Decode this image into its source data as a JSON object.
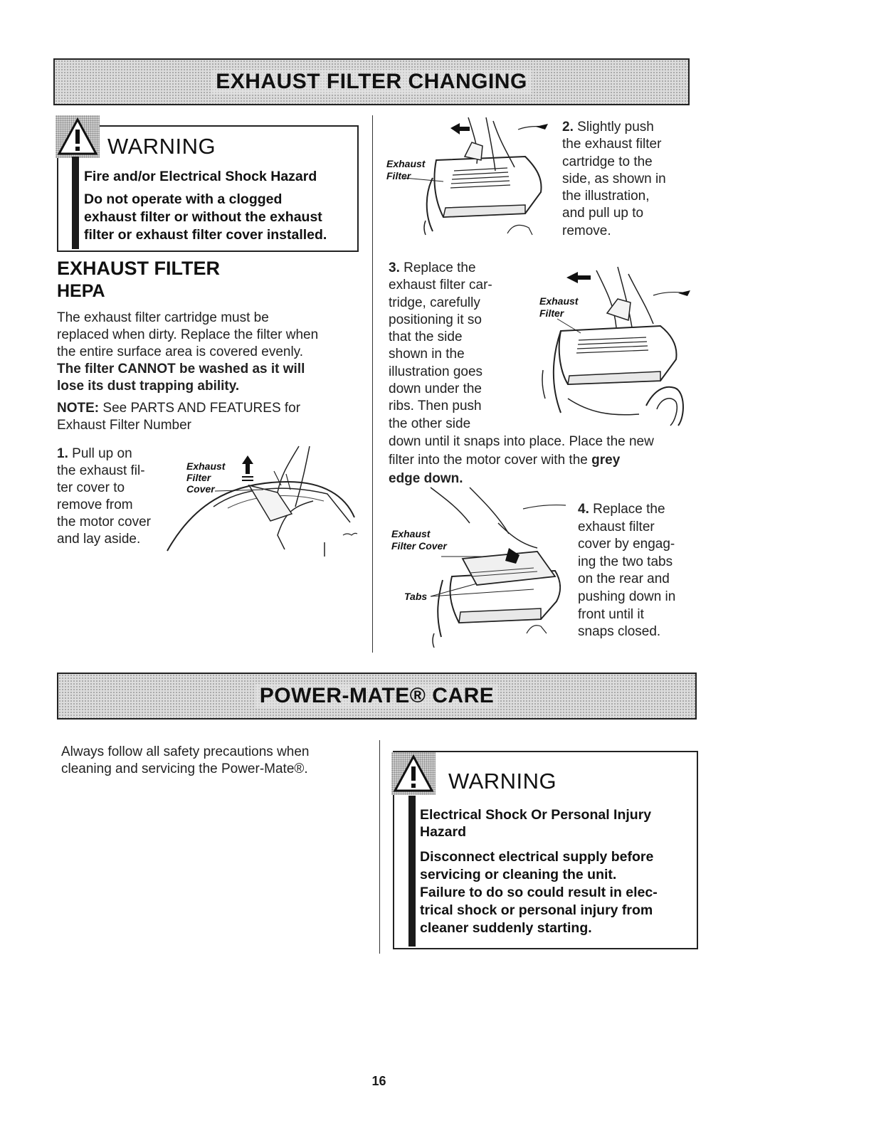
{
  "section1": {
    "banner": "EXHAUST FILTER CHANGING",
    "warning": {
      "title": "WARNING",
      "subtitle": "Fire and/or Electrical Shock Hazard",
      "line1": "Do not operate with a clogged",
      "line2": "exhaust filter or without the exhaust",
      "line3": "filter or exhaust filter cover installed."
    },
    "heading": "EXHAUST FILTER",
    "subheading": "HEPA",
    "para1": {
      "l1": "The exhaust filter cartridge must be",
      "l2": "replaced when dirty. Replace the filter when",
      "l3": "the entire surface area is covered evenly.",
      "b1": "The filter CANNOT be washed as it will",
      "b2": "lose its dust trapping ability."
    },
    "note": {
      "label": "NOTE:",
      "l1": "See PARTS AND FEATURES for",
      "l2": "Exhaust Filter Number"
    },
    "step1": {
      "num": "1.",
      "l1": "Pull up on",
      "l2": "the exhaust fil-",
      "l3": "ter cover to",
      "l4": "remove from",
      "l5": "the motor cover",
      "l6": "and lay aside.",
      "label1": "Exhaust",
      "label2": "Filter",
      "label3": "Cover"
    },
    "step2": {
      "num": "2.",
      "l1": "Slightly push",
      "l2": "the exhaust filter",
      "l3": "cartridge to the",
      "l4": "side, as shown in",
      "l5": "the illustration,",
      "l6": "and pull up to",
      "l7": "remove.",
      "label1": "Exhaust",
      "label2": "Filter"
    },
    "step3": {
      "num": "3.",
      "l1": "Replace the",
      "l2": "exhaust filter car-",
      "l3": "tridge, carefully",
      "l4": "positioning it so",
      "l5": "that the side",
      "l6": "shown in the",
      "l7": "illustration goes",
      "l8": "down under the",
      "l9": "ribs. Then push",
      "l10": "the other side",
      "l11": "down until it snaps into place. Place the new",
      "l12": "filter into the motor cover with the",
      "l12b": "grey",
      "l13": "edge down.",
      "label1": "Exhaust",
      "label2": "Filter"
    },
    "step4": {
      "num": "4.",
      "l1": "Replace the",
      "l2": "exhaust filter",
      "l3": "cover by engag-",
      "l4": "ing the two tabs",
      "l5": "on the rear and",
      "l6": "pushing down in",
      "l7": "front until it",
      "l8": "snaps closed.",
      "label1": "Exhaust",
      "label2": "Filter Cover",
      "label3": "Tabs"
    }
  },
  "section2": {
    "banner": "POWER-MATE® CARE",
    "intro": {
      "l1": "Always follow all safety precautions when",
      "l2": "cleaning and servicing the Power-Mate®."
    },
    "warning": {
      "title": "WARNING",
      "sub1": "Electrical Shock Or Personal Injury",
      "sub2": "Hazard",
      "l1": "Disconnect electrical supply before",
      "l2": "servicing or cleaning the unit.",
      "l3": "Failure to do so could result in elec-",
      "l4": "trical shock or personal injury from",
      "l5": "cleaner suddenly starting."
    }
  },
  "page_number": "16"
}
